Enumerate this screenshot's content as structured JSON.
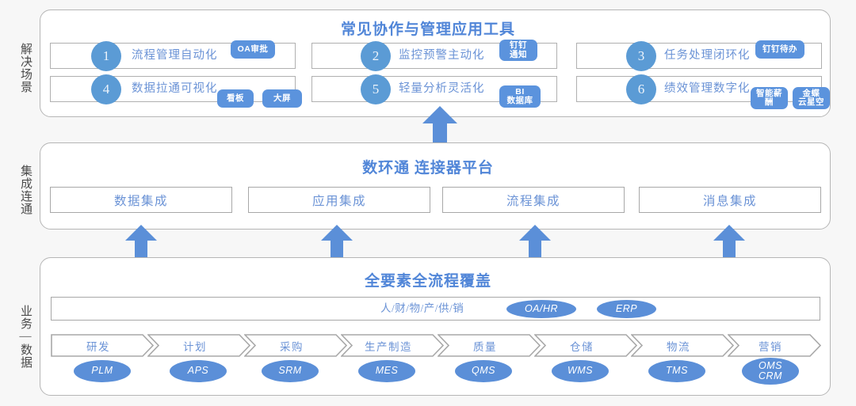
{
  "rails": [
    {
      "label": "解决场景"
    },
    {
      "label": "集成连通"
    },
    {
      "label": "业务—数据"
    }
  ],
  "scenario_layer": {
    "title": "常见协作与管理应用工具",
    "groups": [
      {
        "rows": [
          {
            "num": "1",
            "label": "流程管理自动化",
            "tags": [
              "OA审批"
            ]
          },
          {
            "num": "4",
            "label": "数据拉通可视化",
            "tags": [
              "看板",
              "大屏"
            ]
          }
        ]
      },
      {
        "rows": [
          {
            "num": "2",
            "label": "监控预警主动化",
            "tags": [
              "钉钉\n通知"
            ]
          },
          {
            "num": "5",
            "label": "轻量分析灵活化",
            "tags": [
              "BI\n数据库"
            ]
          }
        ]
      },
      {
        "rows": [
          {
            "num": "3",
            "label": "任务处理闭环化",
            "tags": [
              "钉钉待办"
            ]
          },
          {
            "num": "6",
            "label": "绩效管理数字化",
            "tags": [
              "智能薪酬",
              "金蝶\n云星空"
            ]
          }
        ]
      }
    ]
  },
  "integration_layer": {
    "title": "数环通 连接器平台",
    "boxes": [
      "数据集成",
      "应用集成",
      "流程集成",
      "消息集成"
    ]
  },
  "business_layer": {
    "title": "全要素全流程覆盖",
    "elements_label": "人/财/物/产/供/销",
    "element_pills": [
      "OA/HR",
      "ERP"
    ],
    "process": [
      {
        "step": "研发",
        "system": "PLM"
      },
      {
        "step": "计划",
        "system": "APS"
      },
      {
        "step": "采购",
        "system": "SRM"
      },
      {
        "step": "生产制造",
        "system": "MES"
      },
      {
        "step": "质量",
        "system": "QMS"
      },
      {
        "step": "仓储",
        "system": "WMS"
      },
      {
        "step": "物流",
        "system": "TMS"
      },
      {
        "step": "营销",
        "system": "OMS\nCRM"
      }
    ]
  },
  "colors": {
    "accent_blue": "#5b9bd5",
    "text_blue": "#6b93d6",
    "title_blue": "#5186d8",
    "panel_border": "#b6b6b6",
    "background": "#f7f7f7"
  }
}
